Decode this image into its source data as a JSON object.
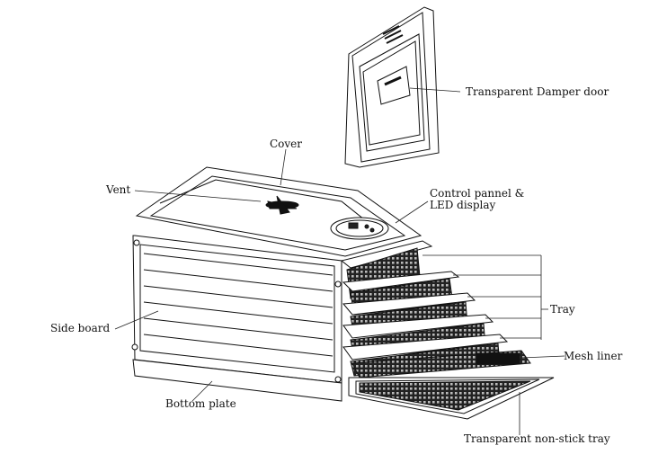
{
  "diagram": {
    "labels": {
      "damper_door": "Transparent Damper door",
      "cover": "Cover",
      "vent": "Vent",
      "control_panel": "Control pannel &\nLED display",
      "tray": "Tray",
      "side_board": "Side board",
      "mesh_liner": "Mesh liner",
      "bottom_plate": "Bottom plate",
      "non_stick_tray": "Transparent non-stick tray"
    }
  }
}
